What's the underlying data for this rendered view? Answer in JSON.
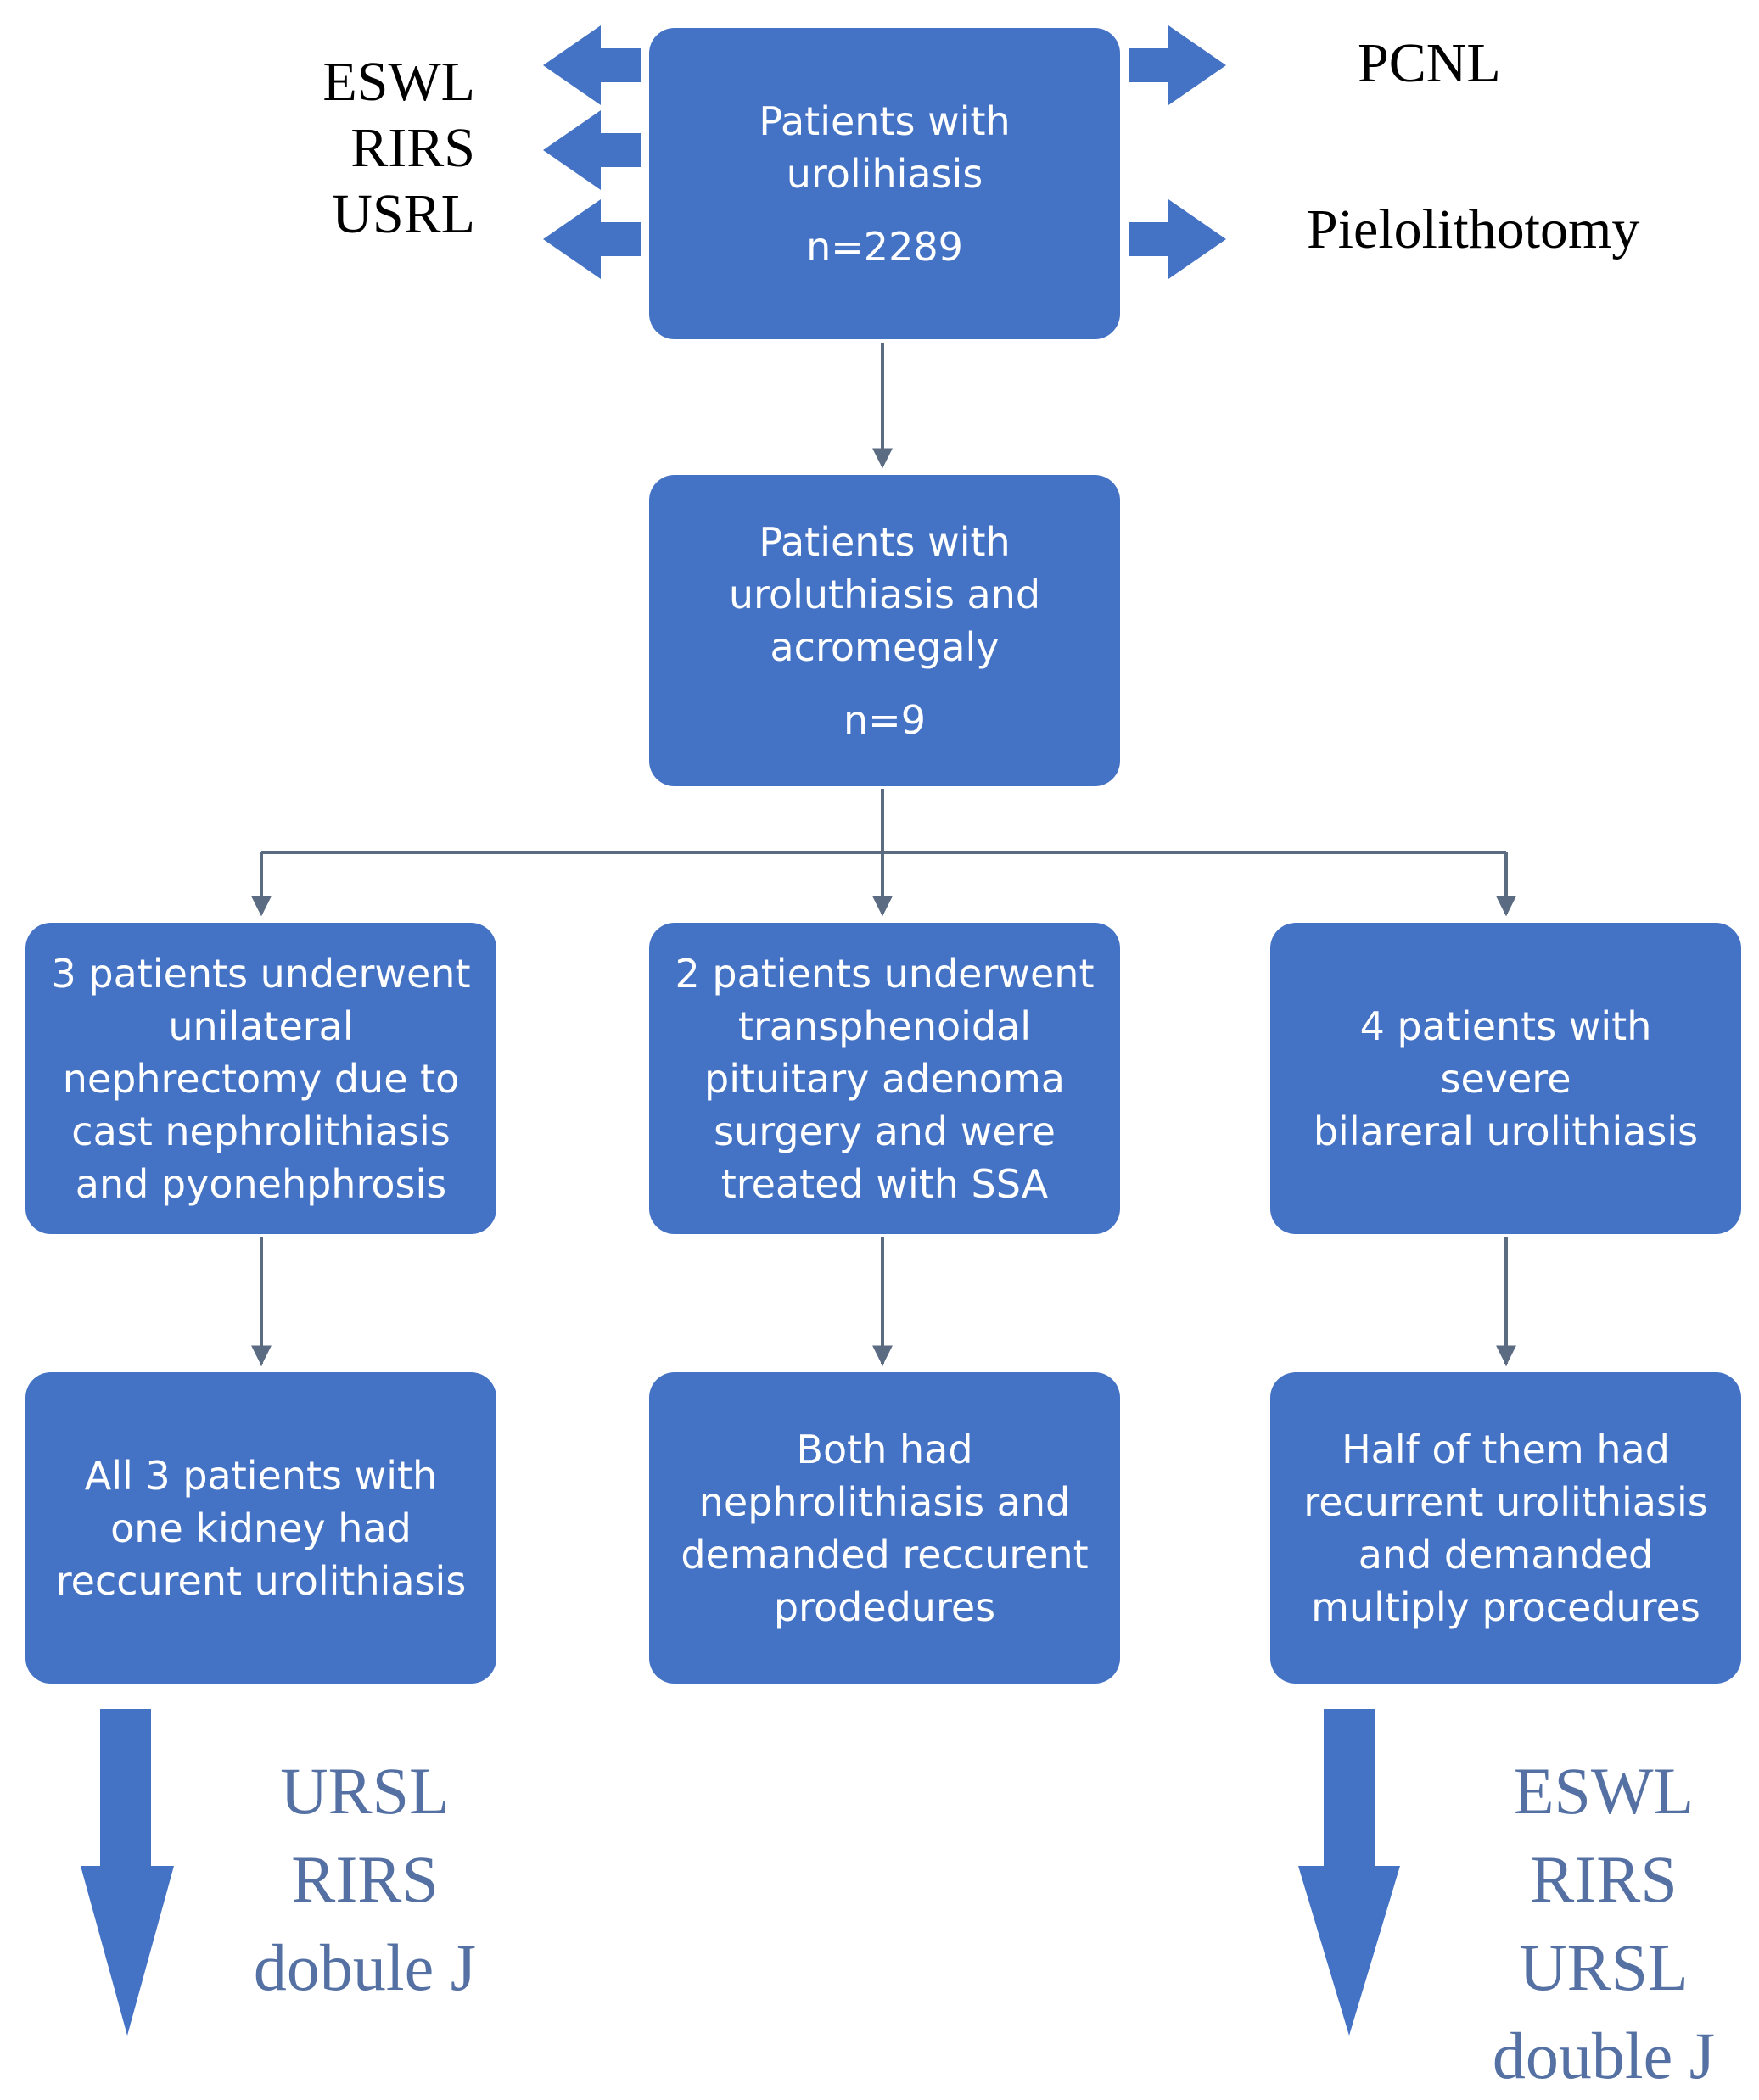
{
  "colors": {
    "box_fill": "#4472c4",
    "box_text": "#ffffff",
    "connector": "#5b6b82",
    "outcome_text": "#5571a4"
  },
  "nodes": {
    "root": {
      "lines": [
        "Patients with",
        "urolihiasis"
      ],
      "count": "n=2289"
    },
    "acromegaly": {
      "lines": [
        "Patients with",
        "uroluthiasis and",
        "acromegaly"
      ],
      "count": "n=9"
    },
    "branch_left": {
      "lines": [
        "3 patients underwent",
        "unilateral",
        "nephrectomy due to",
        "cast nephrolithiasis",
        "and pyonehphrosis"
      ]
    },
    "branch_middle": {
      "lines": [
        "2 patients underwent",
        "transphenoidal",
        "pituitary adenoma",
        "surgery and were",
        "treated with SSA"
      ]
    },
    "branch_right": {
      "lines": [
        "4 patients with severe",
        "bilareral urolithiasis"
      ]
    },
    "result_left": {
      "lines": [
        "All 3 patients with",
        "one kidney had",
        "reccurent urolithiasis"
      ]
    },
    "result_middle": {
      "lines": [
        "Both had",
        "nephrolithiasis and",
        "demanded reccurent",
        "prodedures"
      ]
    },
    "result_right": {
      "lines": [
        "Half of them had",
        "recurrent urolithiasis",
        "and demanded",
        "multiply procedures"
      ]
    }
  },
  "treatments_left": [
    "ESWL",
    "RIRS",
    "USRL"
  ],
  "treatments_right": [
    "PCNL",
    "Pielolithotomy"
  ],
  "outcome_left": [
    "URSL",
    "RIRS",
    "dobule J"
  ],
  "outcome_right": [
    "ESWL",
    "RIRS",
    "URSL",
    "double J"
  ],
  "icons": {
    "side_arrow": "block-arrow-icon",
    "down_arrow": "large-down-arrow-icon"
  }
}
